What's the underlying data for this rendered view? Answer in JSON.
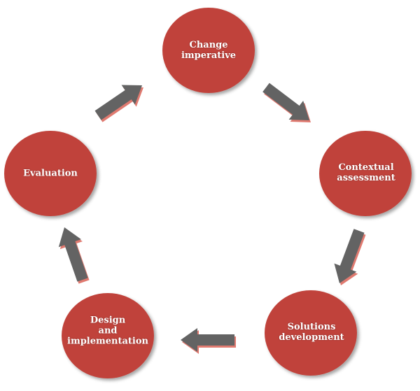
{
  "colors": {
    "node": "#c0433a",
    "arrow": "#636363",
    "arrow_shadow": "#e07a70"
  },
  "nodes": [
    {
      "label": "Change\nimperative"
    },
    {
      "label": "Contextual\nassessment"
    },
    {
      "label": "Solutions\ndevelopment"
    },
    {
      "label": "Design\nand\nimplementation"
    },
    {
      "label": "Evaluation"
    }
  ]
}
